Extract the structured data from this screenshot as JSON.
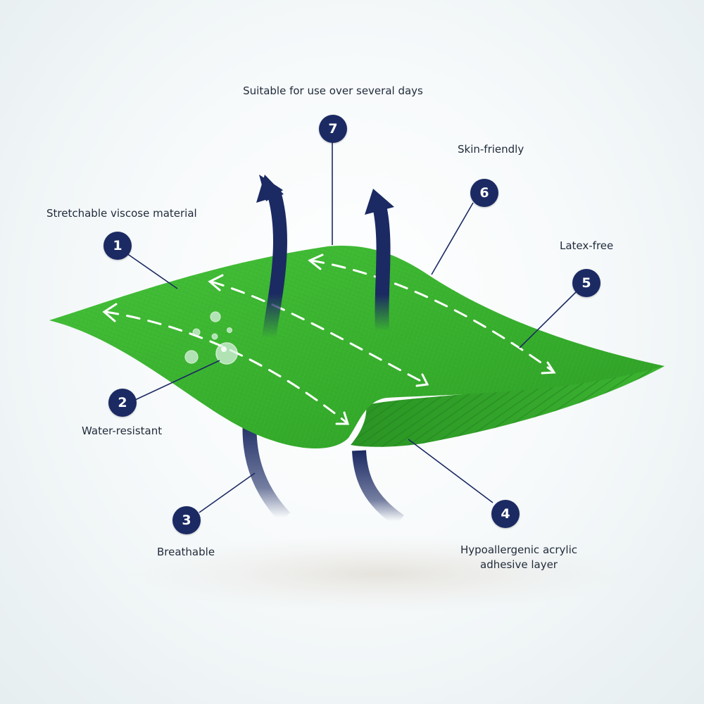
{
  "diagram": {
    "features": [
      {
        "number": "1",
        "label": "Stretchable viscose material"
      },
      {
        "number": "2",
        "label": "Water-resistant"
      },
      {
        "number": "3",
        "label": "Breathable"
      },
      {
        "number": "4",
        "label": "Hypoallergenic acrylic adhesive layer"
      },
      {
        "number": "5",
        "label": "Latex-free"
      },
      {
        "number": "6",
        "label": "Skin-friendly"
      },
      {
        "number": "7",
        "label": "Suitable for use over several days"
      }
    ],
    "colors": {
      "badge": "#1b2a63",
      "arrow": "#1b2a63",
      "fabric": "#3cb531",
      "fabric_dark": "#2a8f24",
      "leader": "#1b2a63",
      "text": "#1f2a3a"
    }
  }
}
